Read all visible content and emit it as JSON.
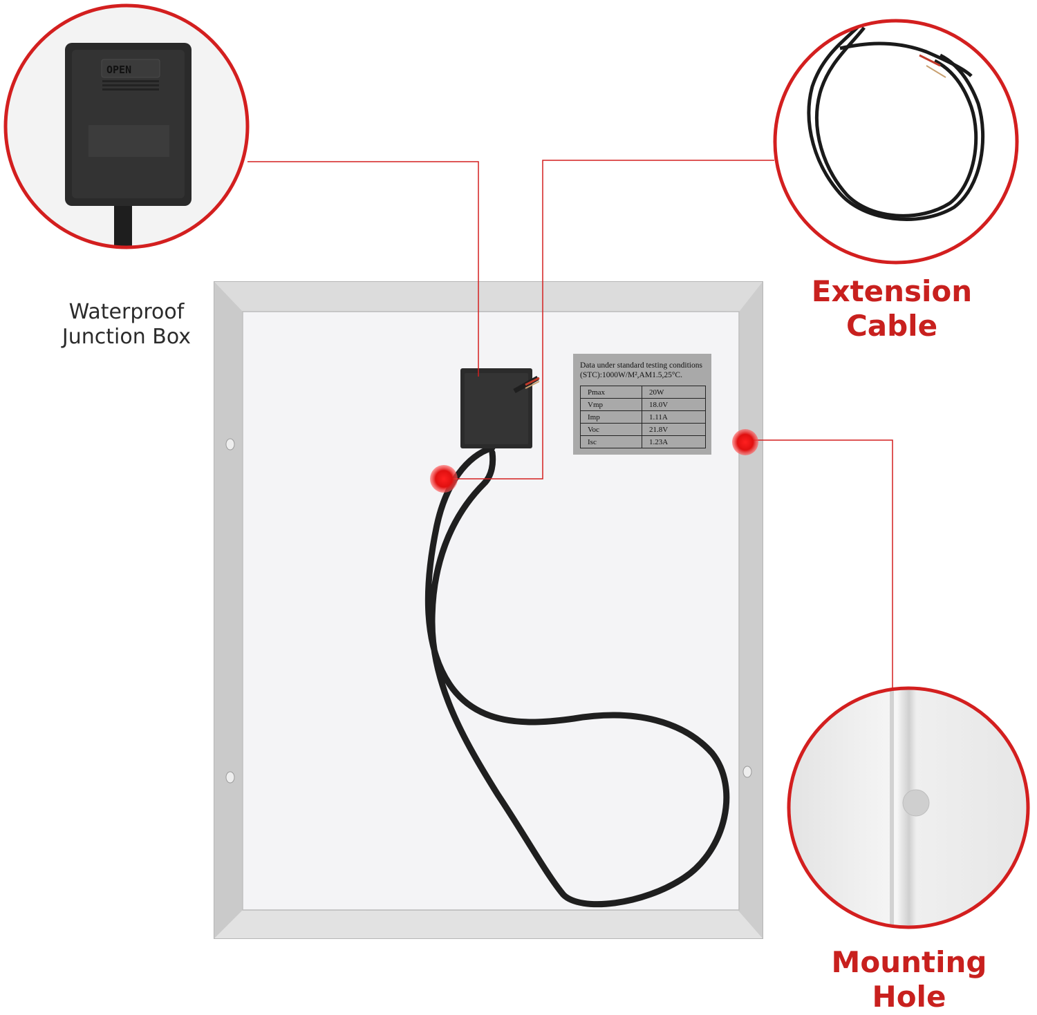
{
  "colors": {
    "accent_red": "#d31f1f",
    "label_red": "#c8201e",
    "frame_silver": "#c4c4c4",
    "backsheet": "#f4f4f6",
    "cable_black": "#1f1f1f"
  },
  "callouts": {
    "junction_box": {
      "line1": "Waterproof",
      "line2": "Junction Box",
      "icon": "junction-box-photo"
    },
    "extension_cable": {
      "label": "Extension Cable",
      "icon": "coiled-cable-photo"
    },
    "mounting_hole": {
      "label": "Mounting Hole",
      "icon": "mounting-hole-photo"
    }
  },
  "junction_box_marking": "OPEN",
  "spec_label": {
    "header_line1": "Data under standard testing conditions",
    "header_line2": "(STC):1000W/M²,AM1.5,25°C.",
    "rows": [
      {
        "key": "Pmax",
        "value": "20W"
      },
      {
        "key": "Vmp",
        "value": "18.0V"
      },
      {
        "key": "Imp",
        "value": "1.11A"
      },
      {
        "key": "Voc",
        "value": "21.8V"
      },
      {
        "key": "Isc",
        "value": "1.23A"
      }
    ]
  }
}
